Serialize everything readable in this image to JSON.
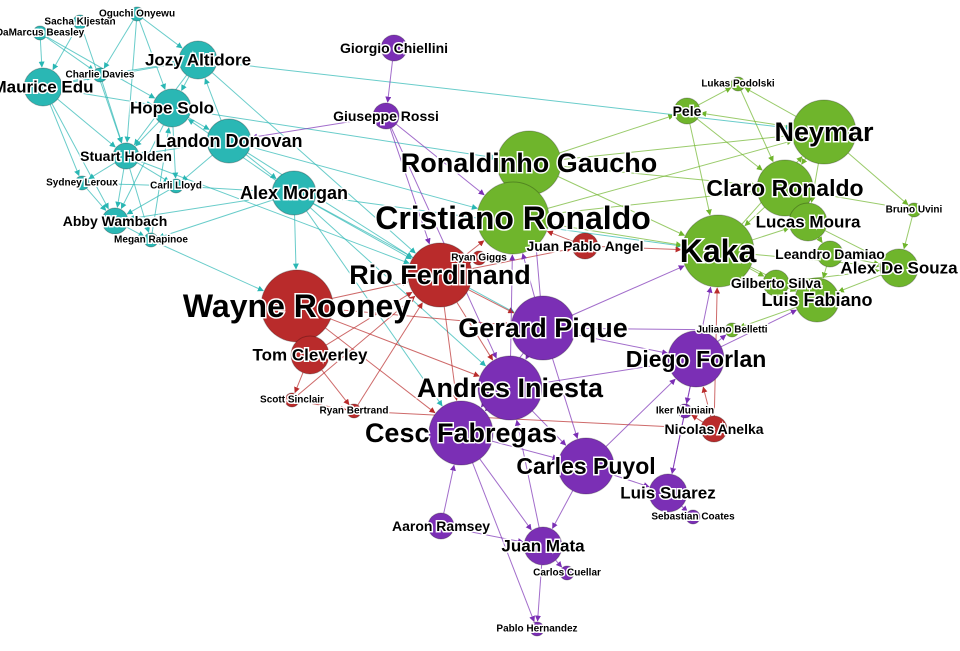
{
  "colors": {
    "usa": "#2ab7b4",
    "brazil": "#6fb52c",
    "spain": "#7b2fb5",
    "manutd": "#b92b2b"
  },
  "nodes": [
    {
      "id": "damarcus",
      "label": "DaMarcus Beasley",
      "group": "usa",
      "weight": 1
    },
    {
      "id": "sacha",
      "label": "Sacha Kljestan",
      "group": "usa",
      "weight": 1
    },
    {
      "id": "oguchi",
      "label": "Oguchi Onyewu",
      "group": "usa",
      "weight": 1
    },
    {
      "id": "maurice",
      "label": "Maurice Edu",
      "group": "usa",
      "weight": 3
    },
    {
      "id": "charlie",
      "label": "Charlie Davies",
      "group": "usa",
      "weight": 1
    },
    {
      "id": "jozy",
      "label": "Jozy Altidore",
      "group": "usa",
      "weight": 3
    },
    {
      "id": "hope",
      "label": "Hope Solo",
      "group": "usa",
      "weight": 3
    },
    {
      "id": "landon",
      "label": "Landon Donovan",
      "group": "usa",
      "weight": 4
    },
    {
      "id": "stuart",
      "label": "Stuart Holden",
      "group": "usa",
      "weight": 2
    },
    {
      "id": "sydney",
      "label": "Sydney Leroux",
      "group": "usa",
      "weight": 1
    },
    {
      "id": "carli",
      "label": "Carli Lloyd",
      "group": "usa",
      "weight": 1
    },
    {
      "id": "alexm",
      "label": "Alex Morgan",
      "group": "usa",
      "weight": 4
    },
    {
      "id": "abby",
      "label": "Abby Wambach",
      "group": "usa",
      "weight": 2
    },
    {
      "id": "megan",
      "label": "Megan Rapinoe",
      "group": "usa",
      "weight": 1
    },
    {
      "id": "giorgio",
      "label": "Giorgio Chiellini",
      "group": "spain",
      "weight": 2
    },
    {
      "id": "giuseppe",
      "label": "Giuseppe Rossi",
      "group": "spain",
      "weight": 2
    },
    {
      "id": "pique",
      "label": "Gerard Pique",
      "group": "spain",
      "weight": 6
    },
    {
      "id": "iniesta",
      "label": "Andres Iniesta",
      "group": "spain",
      "weight": 6
    },
    {
      "id": "cesc",
      "label": "Cesc Fabregas",
      "group": "spain",
      "weight": 6
    },
    {
      "id": "puyol",
      "label": "Carles Puyol",
      "group": "spain",
      "weight": 5
    },
    {
      "id": "forlan",
      "label": "Diego Forlan",
      "group": "spain",
      "weight": 5
    },
    {
      "id": "iker",
      "label": "Iker Muniain",
      "group": "spain",
      "weight": 1
    },
    {
      "id": "suarez",
      "label": "Luis Suarez",
      "group": "spain",
      "weight": 3
    },
    {
      "id": "coates",
      "label": "Sebastian Coates",
      "group": "spain",
      "weight": 1
    },
    {
      "id": "ramsey",
      "label": "Aaron Ramsey",
      "group": "spain",
      "weight": 2
    },
    {
      "id": "mata",
      "label": "Juan Mata",
      "group": "spain",
      "weight": 3
    },
    {
      "id": "cuellar",
      "label": "Carlos Cuellar",
      "group": "spain",
      "weight": 1
    },
    {
      "id": "pablo",
      "label": "Pablo Hernandez",
      "group": "spain",
      "weight": 1
    },
    {
      "id": "ronaldinho",
      "label": "Ronaldinho Gaucho",
      "group": "brazil",
      "weight": 6
    },
    {
      "id": "cristiano",
      "label": "Cristiano Ronaldo",
      "group": "brazil",
      "weight": 7
    },
    {
      "id": "neymar",
      "label": "Neymar",
      "group": "brazil",
      "weight": 6
    },
    {
      "id": "claro",
      "label": "Claro Ronaldo",
      "group": "brazil",
      "weight": 5
    },
    {
      "id": "kaka",
      "label": "Kaka",
      "group": "brazil",
      "weight": 7
    },
    {
      "id": "lukas",
      "label": "Lukas Podolski",
      "group": "brazil",
      "weight": 1
    },
    {
      "id": "pele",
      "label": "Pele",
      "group": "brazil",
      "weight": 2
    },
    {
      "id": "lucas",
      "label": "Lucas Moura",
      "group": "brazil",
      "weight": 3
    },
    {
      "id": "bruno",
      "label": "Bruno Uvini",
      "group": "brazil",
      "weight": 1
    },
    {
      "id": "leandro",
      "label": "Leandro Damiao",
      "group": "brazil",
      "weight": 2
    },
    {
      "id": "alexds",
      "label": "Alex De Souza",
      "group": "brazil",
      "weight": 3
    },
    {
      "id": "gilberto",
      "label": "Gilberto Silva",
      "group": "brazil",
      "weight": 2
    },
    {
      "id": "fabiano",
      "label": "Luis Fabiano",
      "group": "brazil",
      "weight": 4
    },
    {
      "id": "belletti",
      "label": "Juliano Belletti",
      "group": "brazil",
      "weight": 1
    },
    {
      "id": "rooney",
      "label": "Wayne Rooney",
      "group": "manutd",
      "weight": 7
    },
    {
      "id": "rio",
      "label": "Rio Ferdinand",
      "group": "manutd",
      "weight": 6
    },
    {
      "id": "giggs",
      "label": "Ryan Giggs",
      "group": "manutd",
      "weight": 1
    },
    {
      "id": "juanpablo",
      "label": "Juan Pablo Angel",
      "group": "manutd",
      "weight": 2
    },
    {
      "id": "tom",
      "label": "Tom Cleverley",
      "group": "manutd",
      "weight": 3
    },
    {
      "id": "scott",
      "label": "Scott Sinclair",
      "group": "manutd",
      "weight": 1
    },
    {
      "id": "ryanb",
      "label": "Ryan Bertrand",
      "group": "manutd",
      "weight": 1
    },
    {
      "id": "anelka",
      "label": "Nicolas Anelka",
      "group": "manutd",
      "weight": 2
    }
  ],
  "edges": [
    [
      "damarcus",
      "maurice"
    ],
    [
      "damarcus",
      "charlie"
    ],
    [
      "damarcus",
      "hope"
    ],
    [
      "sacha",
      "maurice"
    ],
    [
      "sacha",
      "stuart"
    ],
    [
      "oguchi",
      "charlie"
    ],
    [
      "oguchi",
      "jozy"
    ],
    [
      "oguchi",
      "stuart"
    ],
    [
      "oguchi",
      "hope"
    ],
    [
      "maurice",
      "charlie"
    ],
    [
      "maurice",
      "stuart"
    ],
    [
      "maurice",
      "sydney"
    ],
    [
      "maurice",
      "abby"
    ],
    [
      "maurice",
      "jozy"
    ],
    [
      "maurice",
      "hope"
    ],
    [
      "charlie",
      "stuart"
    ],
    [
      "charlie",
      "jozy"
    ],
    [
      "jozy",
      "hope"
    ],
    [
      "jozy",
      "stuart"
    ],
    [
      "hope",
      "landon"
    ],
    [
      "hope",
      "stuart"
    ],
    [
      "hope",
      "carli"
    ],
    [
      "hope",
      "abby"
    ],
    [
      "landon",
      "stuart"
    ],
    [
      "landon",
      "alexm"
    ],
    [
      "landon",
      "carli"
    ],
    [
      "stuart",
      "sydney"
    ],
    [
      "stuart",
      "carli"
    ],
    [
      "stuart",
      "abby"
    ],
    [
      "stuart",
      "megan"
    ],
    [
      "carli",
      "alexm"
    ],
    [
      "carli",
      "abby"
    ],
    [
      "alexm",
      "abby"
    ],
    [
      "alexm",
      "megan"
    ],
    [
      "abby",
      "megan"
    ],
    [
      "sydney",
      "abby"
    ],
    [
      "alexm",
      "hope"
    ],
    [
      "megan",
      "hope"
    ],
    [
      "landon",
      "jozy"
    ],
    [
      "sydney",
      "carli"
    ],
    [
      "jozy",
      "rio"
    ],
    [
      "landon",
      "rio"
    ],
    [
      "alexm",
      "rio"
    ],
    [
      "alexm",
      "rooney"
    ],
    [
      "megan",
      "rooney"
    ],
    [
      "alexm",
      "pique"
    ],
    [
      "landon",
      "cristiano"
    ],
    [
      "alexm",
      "kaka"
    ],
    [
      "stuart",
      "rio"
    ],
    [
      "alexm",
      "cesc"
    ],
    [
      "hope",
      "ronaldinho"
    ],
    [
      "jozy",
      "neymar"
    ],
    [
      "alexm",
      "iniesta"
    ],
    [
      "giorgio",
      "giuseppe"
    ],
    [
      "giuseppe",
      "rio"
    ],
    [
      "giuseppe",
      "iniesta"
    ],
    [
      "giuseppe",
      "cristiano"
    ],
    [
      "giuseppe",
      "landon"
    ],
    [
      "rooney",
      "rio"
    ],
    [
      "rooney",
      "tom"
    ],
    [
      "rooney",
      "cesc"
    ],
    [
      "rooney",
      "iniesta"
    ],
    [
      "rooney",
      "pique"
    ],
    [
      "tom",
      "rio"
    ],
    [
      "tom",
      "scott"
    ],
    [
      "tom",
      "ryanb"
    ],
    [
      "scott",
      "ryanb"
    ],
    [
      "scott",
      "rio"
    ],
    [
      "ryanb",
      "rio"
    ],
    [
      "rio",
      "giggs"
    ],
    [
      "rio",
      "juanpablo"
    ],
    [
      "rio",
      "pique"
    ],
    [
      "rio",
      "cristiano"
    ],
    [
      "rio",
      "iniesta"
    ],
    [
      "rio",
      "cesc"
    ],
    [
      "juanpablo",
      "kaka"
    ],
    [
      "juanpablo",
      "cristiano"
    ],
    [
      "ryanb",
      "anelka"
    ],
    [
      "anelka",
      "forlan"
    ],
    [
      "anelka",
      "kaka"
    ],
    [
      "anelka",
      "iker"
    ],
    [
      "pique",
      "iniesta"
    ],
    [
      "pique",
      "cesc"
    ],
    [
      "pique",
      "puyol"
    ],
    [
      "pique",
      "forlan"
    ],
    [
      "iniesta",
      "cesc"
    ],
    [
      "iniesta",
      "puyol"
    ],
    [
      "iniesta",
      "forlan"
    ],
    [
      "cesc",
      "puyol"
    ],
    [
      "cesc",
      "mata"
    ],
    [
      "puyol",
      "suarez"
    ],
    [
      "puyol",
      "mata"
    ],
    [
      "forlan",
      "suarez"
    ],
    [
      "forlan",
      "iker"
    ],
    [
      "suarez",
      "coates"
    ],
    [
      "iker",
      "suarez"
    ],
    [
      "ramsey",
      "cesc"
    ],
    [
      "ramsey",
      "mata"
    ],
    [
      "mata",
      "cuellar"
    ],
    [
      "mata",
      "pablo"
    ],
    [
      "mata",
      "iniesta"
    ],
    [
      "cesc",
      "pablo"
    ],
    [
      "puyol",
      "forlan"
    ],
    [
      "forlan",
      "kaka"
    ],
    [
      "forlan",
      "fabiano"
    ],
    [
      "pique",
      "kaka"
    ],
    [
      "pique",
      "cristiano"
    ],
    [
      "iniesta",
      "cristiano"
    ],
    [
      "pique",
      "belletti"
    ],
    [
      "forlan",
      "belletti"
    ],
    [
      "pique",
      "ronaldinho"
    ],
    [
      "ronaldinho",
      "cristiano"
    ],
    [
      "ronaldinho",
      "neymar"
    ],
    [
      "ronaldinho",
      "pele"
    ],
    [
      "ronaldinho",
      "kaka"
    ],
    [
      "ronaldinho",
      "claro"
    ],
    [
      "cristiano",
      "kaka"
    ],
    [
      "cristiano",
      "neymar"
    ],
    [
      "neymar",
      "claro"
    ],
    [
      "neymar",
      "lukas"
    ],
    [
      "neymar",
      "pele"
    ],
    [
      "neymar",
      "bruno"
    ],
    [
      "neymar",
      "lucas"
    ],
    [
      "claro",
      "kaka"
    ],
    [
      "claro",
      "lucas"
    ],
    [
      "claro",
      "leandro"
    ],
    [
      "claro",
      "bruno"
    ],
    [
      "kaka",
      "lucas"
    ],
    [
      "kaka",
      "fabiano"
    ],
    [
      "kaka",
      "gilberto"
    ],
    [
      "kaka",
      "alexds"
    ],
    [
      "lucas",
      "leandro"
    ],
    [
      "leandro",
      "alexds"
    ],
    [
      "leandro",
      "fabiano"
    ],
    [
      "alexds",
      "fabiano"
    ],
    [
      "gilberto",
      "fabiano"
    ],
    [
      "fabiano",
      "belletti"
    ],
    [
      "pele",
      "lukas"
    ],
    [
      "pele",
      "claro"
    ],
    [
      "pele",
      "kaka"
    ],
    [
      "bruno",
      "alexds"
    ],
    [
      "lucas",
      "alexds"
    ],
    [
      "gilberto",
      "alexds"
    ],
    [
      "kaka",
      "neymar"
    ],
    [
      "cristiano",
      "claro"
    ],
    [
      "lukas",
      "claro"
    ]
  ]
}
